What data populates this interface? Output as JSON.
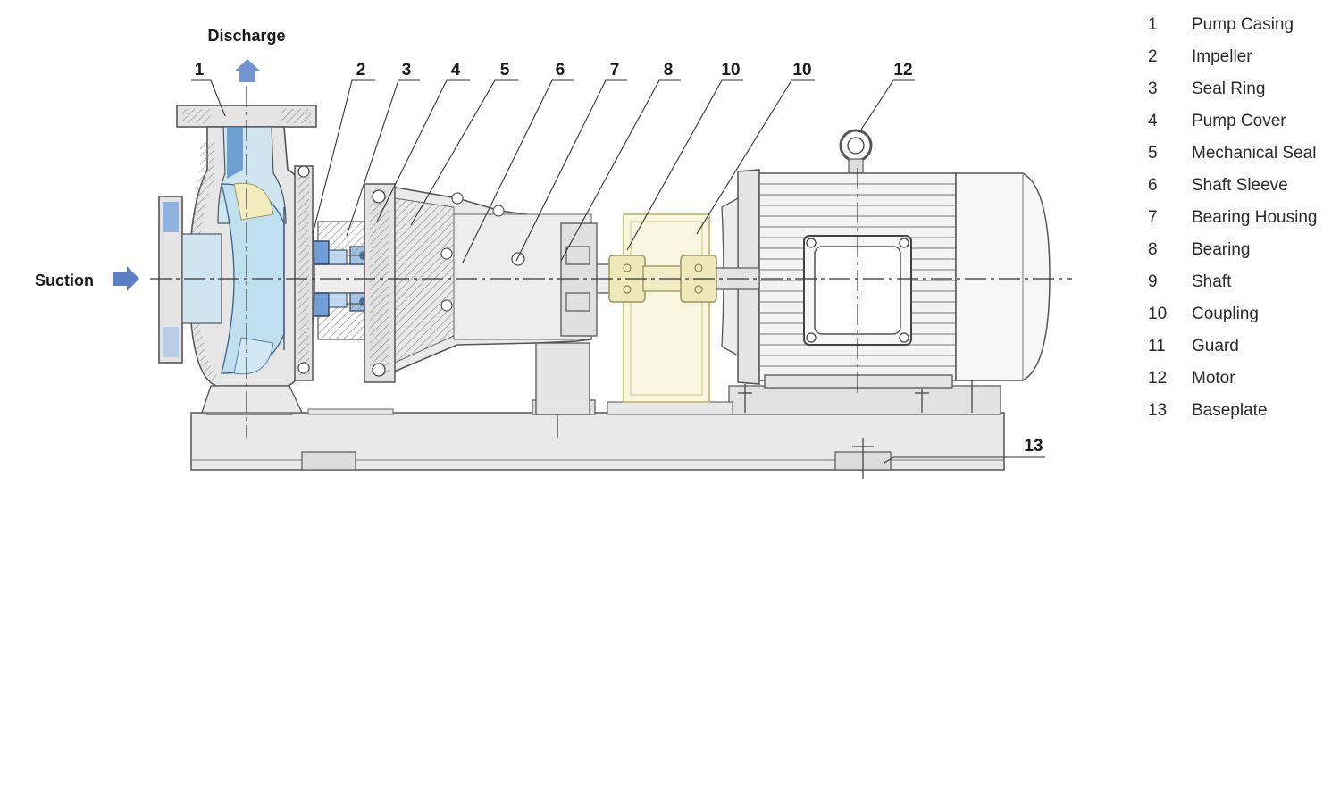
{
  "flow": {
    "discharge": "Discharge",
    "suction": "Suction"
  },
  "callouts": [
    "1",
    "2",
    "3",
    "4",
    "5",
    "6",
    "7",
    "8",
    "10",
    "10",
    "12",
    "13"
  ],
  "legend": [
    {
      "num": "1",
      "name": "Pump Casing"
    },
    {
      "num": "2",
      "name": "Impeller"
    },
    {
      "num": "3",
      "name": "Seal Ring"
    },
    {
      "num": "4",
      "name": "Pump Cover"
    },
    {
      "num": "5",
      "name": "Mechanical Seal"
    },
    {
      "num": "6",
      "name": "Shaft Sleeve"
    },
    {
      "num": "7",
      "name": "Bearing Housing"
    },
    {
      "num": "8",
      "name": "Bearing"
    },
    {
      "num": "9",
      "name": "Shaft"
    },
    {
      "num": "10",
      "name": "Coupling"
    },
    {
      "num": "11",
      "name": "Guard"
    },
    {
      "num": "12",
      "name": "Motor"
    },
    {
      "num": "13",
      "name": "Baseplate"
    }
  ],
  "colors": {
    "line": "#555555",
    "metal_fill": "#e6e6e6",
    "water": "#bfe0ee",
    "water_dark": "#4f86c6",
    "guard": "#f3efc6",
    "guard_line": "#c9c27a",
    "arrow": "#6f93cf"
  }
}
